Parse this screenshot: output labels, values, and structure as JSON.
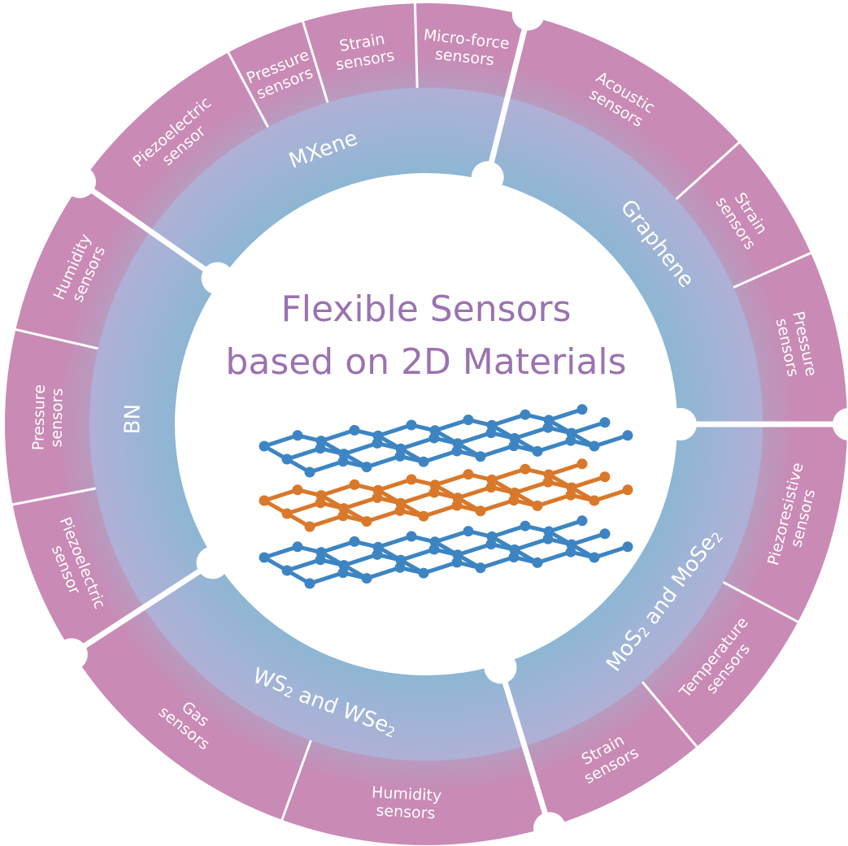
{
  "title": {
    "line1": "Flexible Sensors",
    "line2": "based on 2D Materials"
  },
  "colors": {
    "outer_ring": "#c98ab5",
    "outer_ring_inner_edge": "#bb95bd",
    "middle_ring_outer": "#aeb1d6",
    "middle_ring_inner": "#8fb5d4",
    "title": "#9b72b0",
    "divider": "#ffffff",
    "atom_blue": "#3d85c2",
    "atom_orange": "#d9782a"
  },
  "materials": [
    {
      "name": "MXene",
      "label_parts": [
        {
          "t": "MXene"
        }
      ],
      "sensors": [
        [
          "Piezoelectric",
          "sensor"
        ],
        [
          "Pressure",
          "sensors"
        ],
        [
          "Strain",
          "sensors"
        ],
        [
          "Micro-force",
          "sensors"
        ]
      ]
    },
    {
      "name": "Graphene",
      "label_parts": [
        {
          "t": "Graphene"
        }
      ],
      "sensors": [
        [
          "Acoustic",
          "sensors"
        ],
        [
          "Strain",
          "sensors"
        ],
        [
          "Pressure",
          "sensors"
        ]
      ]
    },
    {
      "name": "MoS2 and MoSe2",
      "label_parts": [
        {
          "t": "MoS"
        },
        {
          "t": "2",
          "sub": true
        },
        {
          "t": " and MoSe"
        },
        {
          "t": "2",
          "sub": true
        }
      ],
      "sensors": [
        [
          "Piezoresistive",
          "sensors"
        ],
        [
          "Temperature",
          "sensors"
        ],
        [
          "Strain",
          "sensors"
        ]
      ]
    },
    {
      "name": "WS2 and WSe2",
      "label_parts": [
        {
          "t": "WS"
        },
        {
          "t": "2",
          "sub": true
        },
        {
          "t": " and WSe"
        },
        {
          "t": "2",
          "sub": true
        }
      ],
      "sensors": [
        [
          "Humidity",
          "sensors"
        ],
        [
          "Gas",
          "sensors"
        ]
      ]
    },
    {
      "name": "BN",
      "label_parts": [
        {
          "t": "BN"
        }
      ],
      "sensors": [
        [
          "Piezoelectric",
          "sensor"
        ],
        [
          "Pressure",
          "sensors"
        ],
        [
          "Humidity",
          "sensors"
        ]
      ]
    }
  ],
  "illustration": {
    "description": "layered 2D material lattice",
    "layers": [
      "blue",
      "orange",
      "blue"
    ]
  }
}
